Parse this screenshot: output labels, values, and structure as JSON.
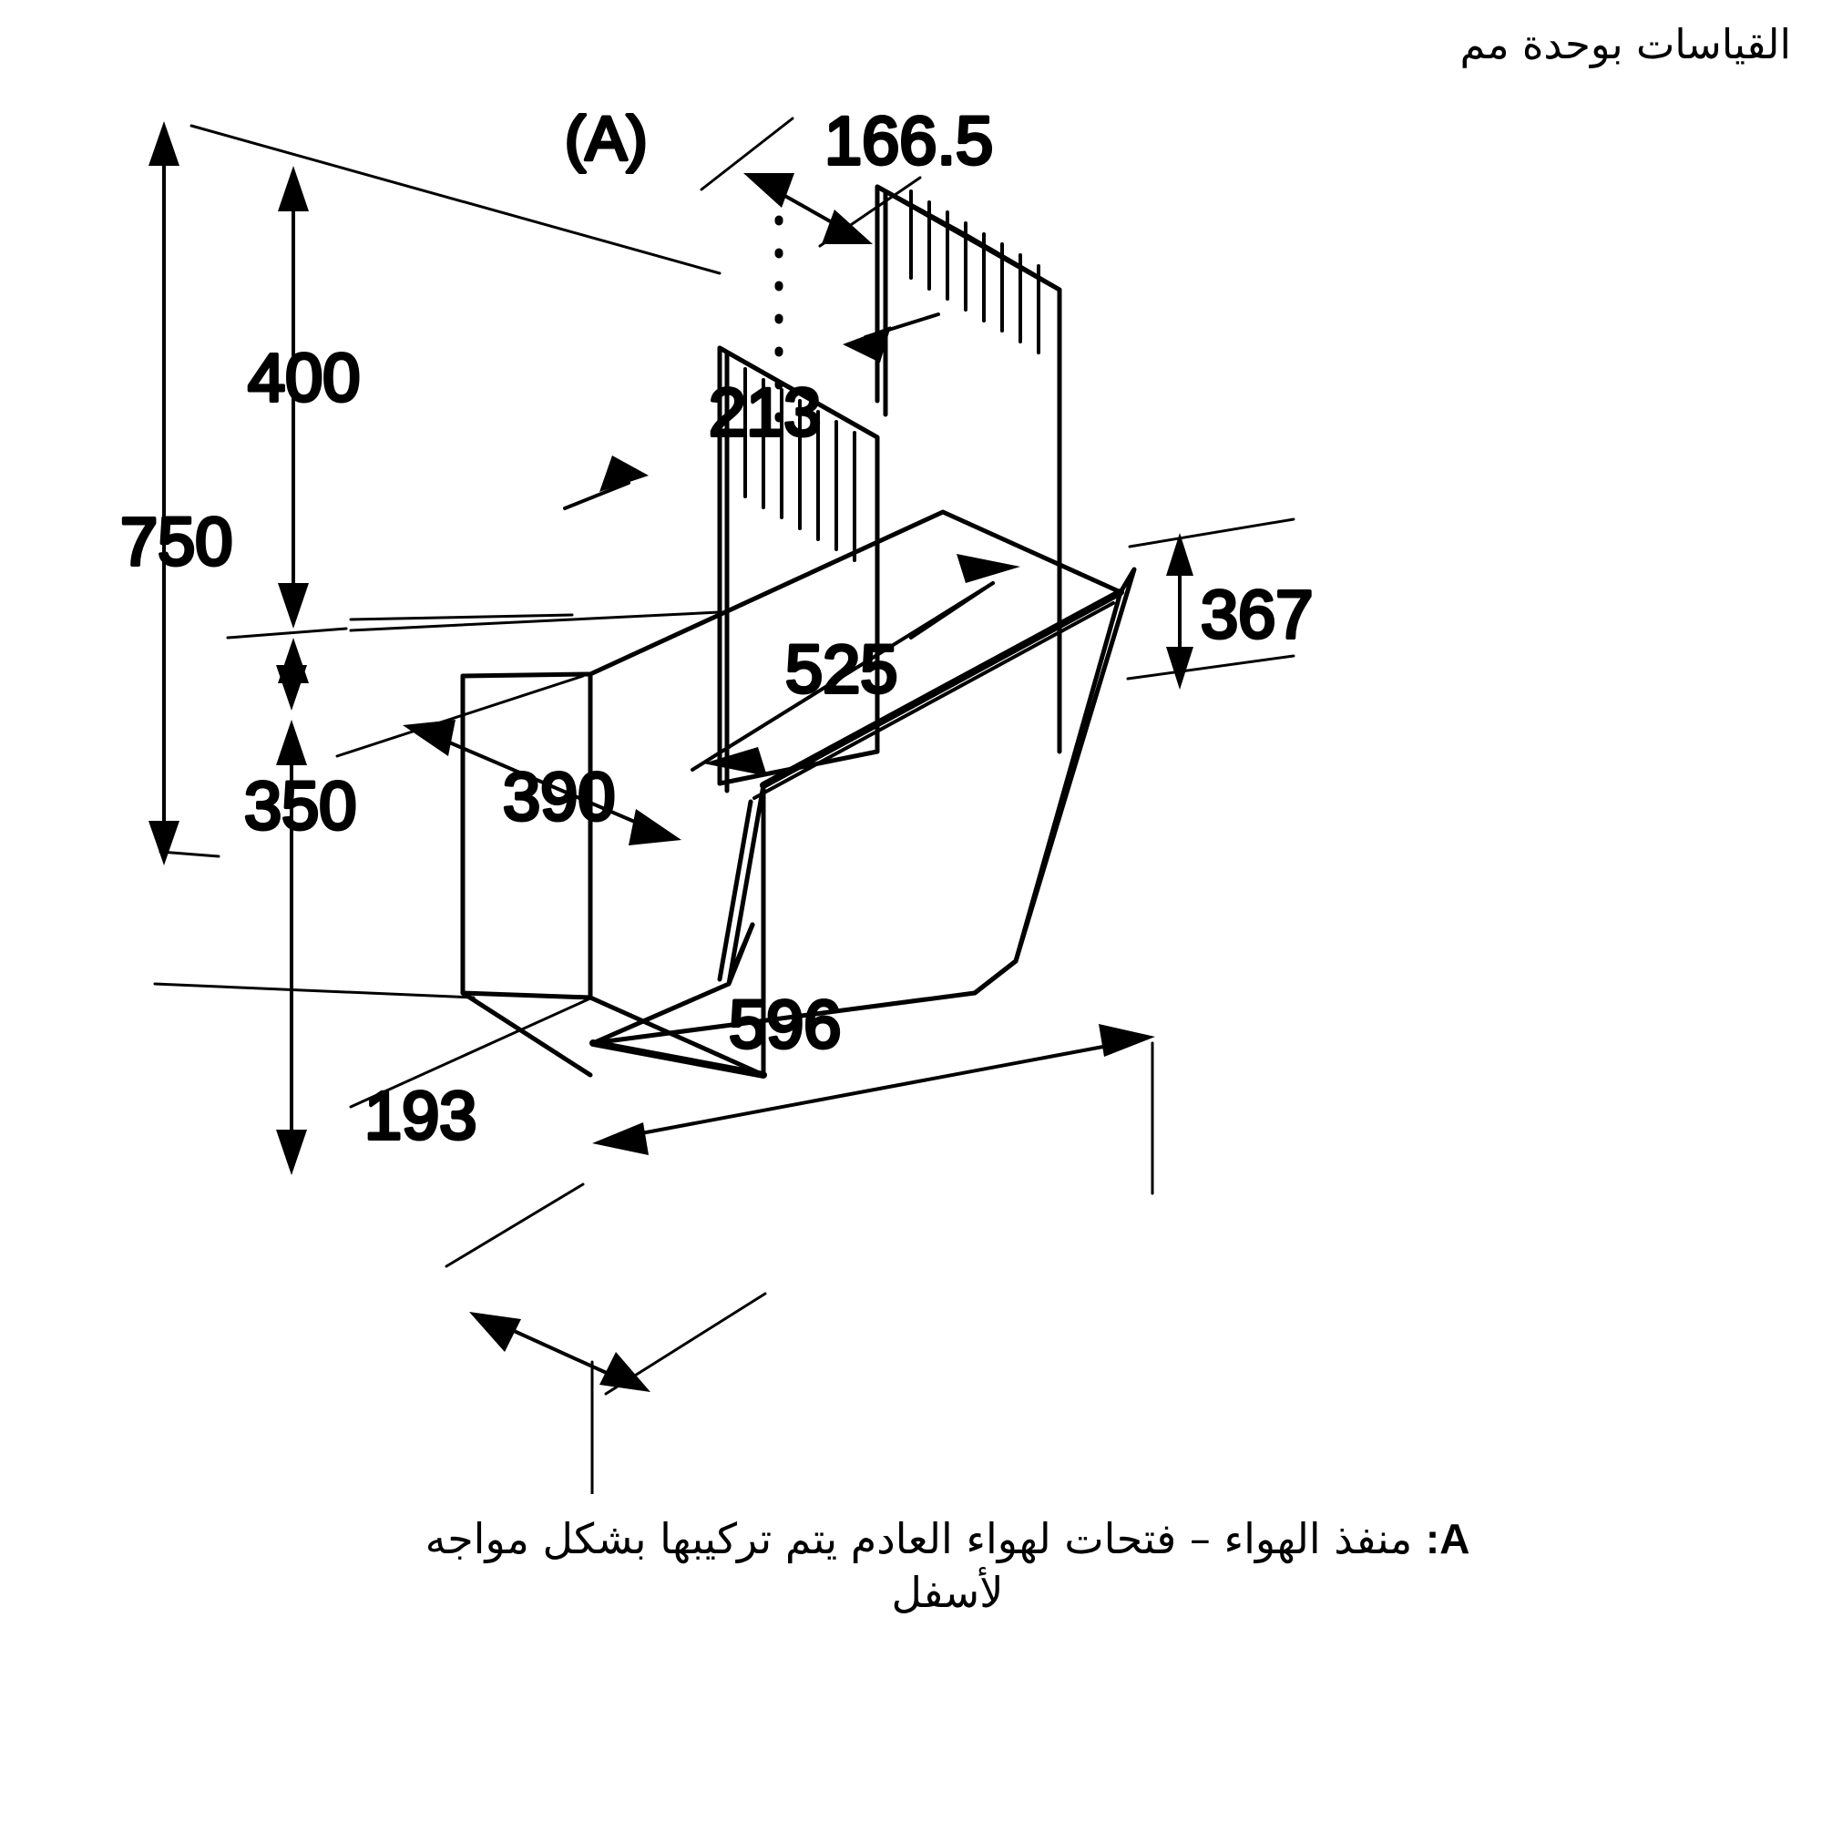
{
  "header": {
    "units_note": "القياسات بوحدة مم"
  },
  "footnote": {
    "marker": "A:",
    "line1": "منفذ الهواء – فتحات لهواء العادم يتم تركيبها بشكل مواجه",
    "line2": "لأسفل",
    "full": "A: منفذ الهواء – فتحات لهواء العادم يتم تركيبها بشكل مواجه لأسفل"
  },
  "callouts": {
    "air_outlet": "(A)"
  },
  "chart_data": {
    "type": "diagram",
    "title": "القياسات بوحدة مم",
    "product": "cooker-hood-dimension-drawing",
    "unit": "mm",
    "labels": [
      {
        "id": "total-height",
        "value": "750",
        "axis": "vertical",
        "position": "left-outer"
      },
      {
        "id": "chimney-height",
        "value": "400",
        "axis": "vertical",
        "position": "left-inner-upper"
      },
      {
        "id": "body-height",
        "value": "350",
        "axis": "vertical",
        "position": "left-inner-lower"
      },
      {
        "id": "chimney-depth",
        "value": "166.5",
        "axis": "depth",
        "position": "top-right"
      },
      {
        "id": "chimney-width",
        "value": "213",
        "axis": "width",
        "position": "chimney-face"
      },
      {
        "id": "canopy-depth",
        "value": "525",
        "axis": "depth",
        "position": "center"
      },
      {
        "id": "body-width",
        "value": "390",
        "axis": "width",
        "position": "center-left"
      },
      {
        "id": "glass-height",
        "value": "367",
        "axis": "vertical",
        "position": "right"
      },
      {
        "id": "total-width",
        "value": "596",
        "axis": "width",
        "position": "bottom-right"
      },
      {
        "id": "base-depth",
        "value": "193",
        "axis": "depth",
        "position": "bottom-left"
      }
    ],
    "values": [
      750,
      400,
      350,
      166.5,
      213,
      525,
      390,
      367,
      596,
      193
    ],
    "categories": [
      "750",
      "400",
      "350",
      "166.5",
      "213",
      "525",
      "390",
      "367",
      "596",
      "193"
    ]
  },
  "colors": {
    "stroke": "#000000",
    "background": "#ffffff"
  }
}
